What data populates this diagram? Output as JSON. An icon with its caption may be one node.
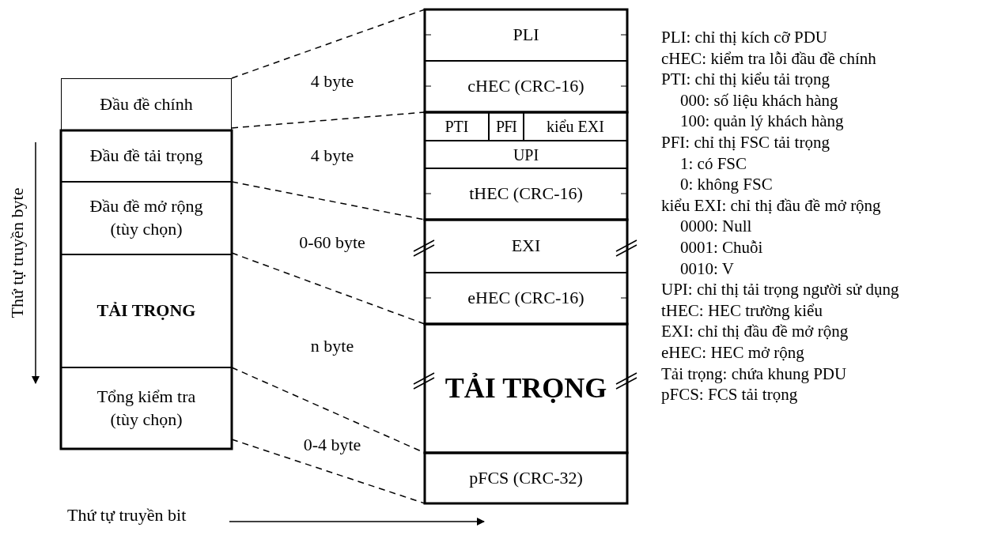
{
  "diagram": {
    "nodes": [
      {
        "text": [
          "Đầu đề chính"
        ]
      },
      {
        "text": [
          "Đầu đề tải trọng"
        ]
      },
      {
        "text": [
          "Đầu đề mở rộng (tùy chọn)"
        ]
      },
      {
        "text": [
          "TẢI TRỌNG"
        ]
      },
      {
        "text": [
          "Tổng kiểm tra (tùy chọn)"
        ]
      },
      {
        "text": [
          "PLI"
        ]
      },
      {
        "text": [
          "cHEC (CRC-16)"
        ]
      },
      {
        "text": [
          "PTI"
        ]
      },
      {
        "text": [
          "PFI"
        ]
      },
      {
        "text": [
          "kiểu EXI"
        ]
      },
      {
        "text": [
          "UPI"
        ]
      },
      {
        "text": [
          "tHEC (CRC-16)"
        ]
      },
      {
        "text": [
          "EXI"
        ]
      },
      {
        "text": [
          "eHEC (CRC-16)"
        ]
      },
      {
        "text": [
          "TẢI TRỌNG"
        ]
      },
      {
        "text": [
          "pFCS (CRC-32)"
        ]
      }
    ],
    "labels": [
      "4 byte",
      "4 byte",
      "0-60 byte",
      "n byte",
      "0-4 byte",
      "Thứ tự truyền byte",
      "Thứ tự truyền bit",
      "PLI: chỉ thị kích cỡ PDU",
      "cHEC: kiểm tra lỗi đầu đề chính",
      "PTI: chỉ thị kiểu tải trọng",
      "000: số liệu khách hàng",
      "100: quản lý khách hàng",
      "PFI: chỉ thị FSC tải trọng",
      "1: có FSC",
      "0: không FSC",
      "kiểu EXI: chỉ thị đầu đề mở rộng",
      "0000: Null",
      "0001: Chuỗi",
      "0010: V",
      "UPI: chỉ thị tải trọng người sử dụng",
      "tHEC: HEC trường kiểu",
      "EXI: chỉ thị đầu đề mở rộng",
      "eHEC: HEC mở rộng",
      "Tải trọng: chứa khung PDU",
      "pFCS: FCS tải trọng"
    ]
  }
}
